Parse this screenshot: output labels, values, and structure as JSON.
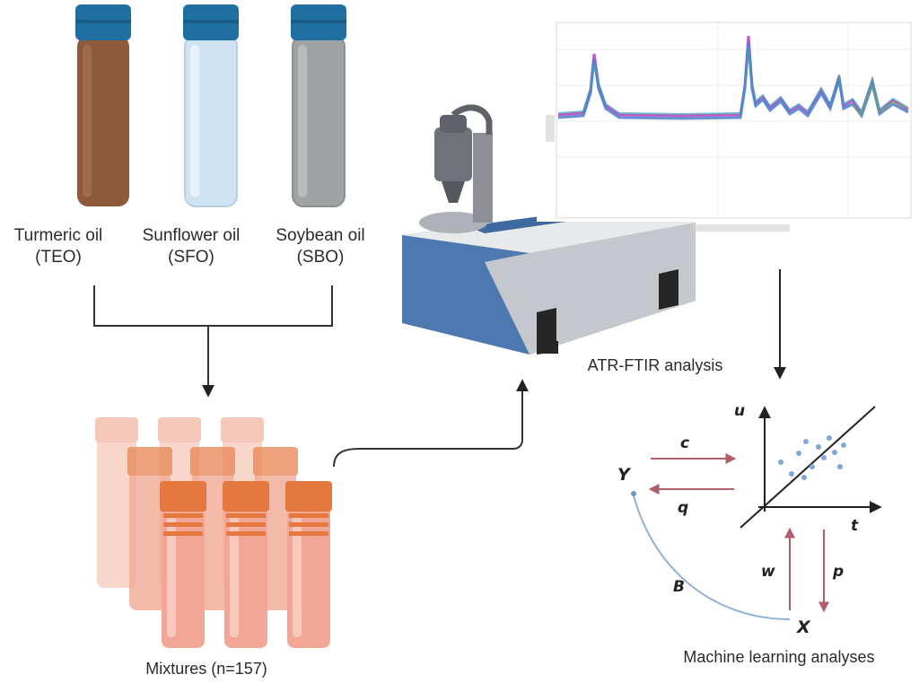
{
  "oils": [
    {
      "name": "Turmeric oil",
      "code": "(TEO)",
      "color": "#8e5a3a"
    },
    {
      "name": "Sunflower oil",
      "code": "(SFO)",
      "color": "#cfe3f3"
    },
    {
      "name": "Soybean oil",
      "code": "(SBO)",
      "color": "#9fa3a3"
    }
  ],
  "mixtures_label": "Mixtures (n=157)",
  "atr_label": "ATR-FTIR analysis",
  "ml_label": "Machine learning analyses",
  "pls": {
    "u": "u",
    "t": "t",
    "c": "c",
    "q": "q",
    "Y": "Y",
    "X": "X",
    "w": "w",
    "p": "p",
    "B": "B"
  },
  "colors": {
    "cap": "#1f6fa3",
    "mixture_back": "#f3b7a0",
    "mixture_front": "#e5783f",
    "pls_arrow": "#b05f6a",
    "curve": "#8fb0d8",
    "scatter": "#7fa8d6",
    "instrument_blue": "#4d79b0",
    "instrument_grey": "#c9ccd0"
  }
}
